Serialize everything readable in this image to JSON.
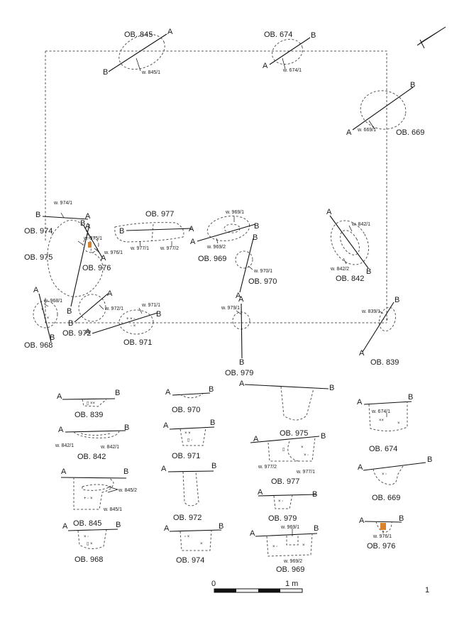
{
  "plan": {
    "features": [
      {
        "id": "OB. 845",
        "cut": [
          "A",
          "B"
        ],
        "samples": [
          "w. 845/1"
        ]
      },
      {
        "id": "OB. 674",
        "cut": [
          "B",
          "A"
        ],
        "samples": [
          "w. 674/1"
        ]
      },
      {
        "id": "OB. 669",
        "cut": [
          "B",
          "A"
        ],
        "samples": [
          "w. 669/1"
        ]
      },
      {
        "id": "OB. 974",
        "cut": [
          "B",
          "A"
        ],
        "samples": [
          "w. 974/1"
        ]
      },
      {
        "id": "OB. 975",
        "cut": [
          "A",
          "B"
        ],
        "samples": [
          "w. 975/1"
        ]
      },
      {
        "id": "OB. 976",
        "cut": [
          "B",
          "A"
        ],
        "samples": [
          "w. 976/1"
        ]
      },
      {
        "id": "OB. 977",
        "cut": [
          "B",
          "A"
        ],
        "samples": [
          "w. 977/1",
          "w. 977/2"
        ]
      },
      {
        "id": "OB. 969",
        "cut": [
          "A",
          "B"
        ],
        "samples": [
          "w. 969/1",
          "w. 969/2"
        ]
      },
      {
        "id": "OB. 970",
        "cut": [
          "B",
          "A"
        ],
        "samples": [
          "w. 970/1"
        ]
      },
      {
        "id": "OB. 842",
        "cut": [
          "A",
          "B"
        ],
        "samples": [
          "w. 842/1",
          "w. 842/2"
        ]
      },
      {
        "id": "OB. 968",
        "cut": [
          "A",
          "B"
        ],
        "samples": [
          "w. 968/1"
        ]
      },
      {
        "id": "OB. 972",
        "cut": [
          "A",
          "B"
        ],
        "samples": [
          "w. 972/1"
        ]
      },
      {
        "id": "OB. 971",
        "cut": [
          "A",
          "B"
        ],
        "samples": [
          "w. 971/1"
        ]
      },
      {
        "id": "OB. 979",
        "cut": [
          "A",
          "B"
        ],
        "samples": [
          "w. 979/1"
        ]
      },
      {
        "id": "OB. 839",
        "cut": [
          "B",
          "A"
        ],
        "samples": [
          "w. 839/1"
        ]
      }
    ]
  },
  "sections": [
    {
      "id": "OB. 839",
      "ends": [
        "A",
        "B"
      ]
    },
    {
      "id": "OB. 842",
      "ends": [
        "A",
        "B"
      ],
      "samples": [
        "w. 842/1",
        "w. 842/1"
      ]
    },
    {
      "id": "OB. 845",
      "ends": [
        "A",
        "B"
      ],
      "samples": [
        "w. 845/2",
        "w. 845/1"
      ]
    },
    {
      "id": "OB. 968",
      "ends": [
        "A",
        "B"
      ]
    },
    {
      "id": "OB. 970",
      "ends": [
        "A",
        "B"
      ]
    },
    {
      "id": "OB. 971",
      "ends": [
        "A",
        "B"
      ]
    },
    {
      "id": "OB. 972",
      "ends": [
        "A",
        "B"
      ]
    },
    {
      "id": "OB. 974",
      "ends": [
        "A",
        "B"
      ]
    },
    {
      "id": "OB. 975",
      "ends": [
        "A",
        "B"
      ]
    },
    {
      "id": "OB. 977",
      "ends": [
        "A",
        "B"
      ],
      "samples": [
        "w. 977/2",
        "w. 977/1"
      ]
    },
    {
      "id": "OB. 979",
      "ends": [
        "A",
        "B"
      ]
    },
    {
      "id": "OB. 969",
      "ends": [
        "A",
        "B"
      ],
      "samples": [
        "w. 969/1",
        "w. 969/2"
      ]
    },
    {
      "id": "OB. 674",
      "ends": [
        "A",
        "B"
      ],
      "samples": [
        "w. 674/1"
      ]
    },
    {
      "id": "OB. 669",
      "ends": [
        "A",
        "B"
      ]
    },
    {
      "id": "OB. 976",
      "ends": [
        "A",
        "B"
      ],
      "samples": [
        "w. 976/1"
      ]
    }
  ],
  "scale_bar": {
    "zero": "0",
    "end": "1 m"
  },
  "figure_number": "1",
  "colors": {
    "ink": "#1a1a1a",
    "outline": "#555555",
    "highlight": "#d9822b"
  },
  "icons": {
    "north_arrow": "north-arrow-icon"
  }
}
